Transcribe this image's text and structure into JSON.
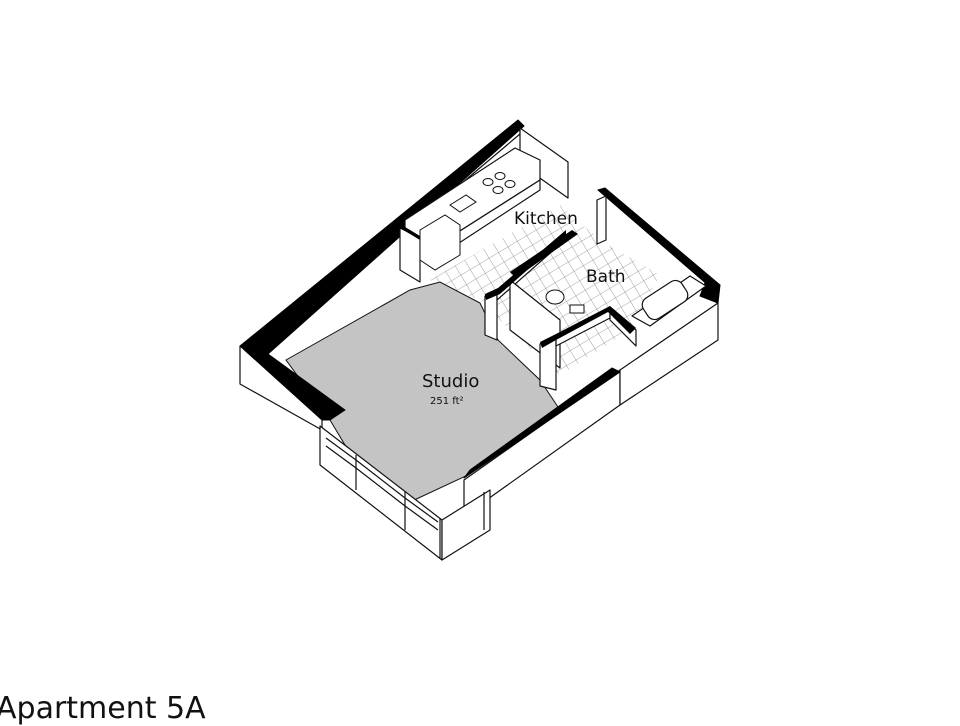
{
  "rooms": {
    "studio": {
      "label": "Studio",
      "area": "251 ft²"
    },
    "kitchen": {
      "label": "Kitchen"
    },
    "bath": {
      "label": "Bath"
    }
  },
  "footer": {
    "title": "Apartment 5A"
  },
  "colors": {
    "floor": "#c4c4c4",
    "tile_grid": "#888888",
    "wall_cap": "#000000",
    "wall_face": "#ffffff",
    "outline": "#111111"
  }
}
